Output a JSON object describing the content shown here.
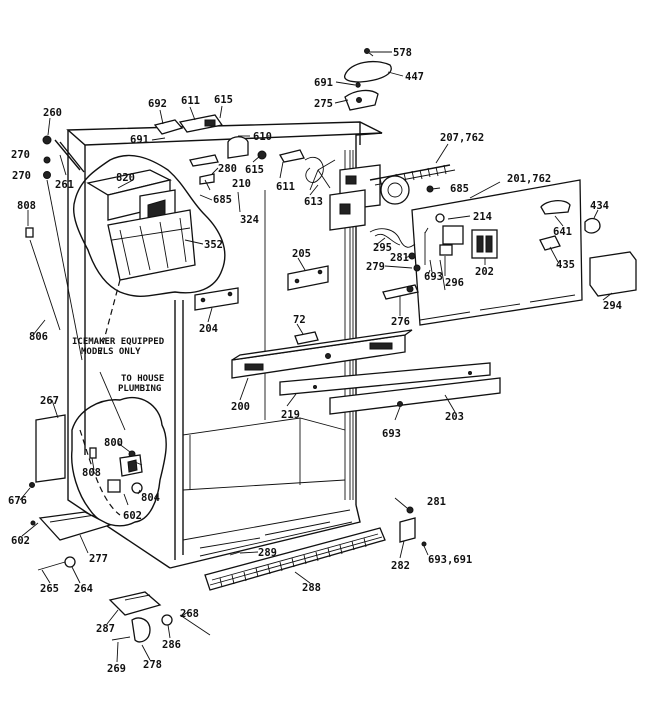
{
  "callouts": [
    "578",
    "447",
    "691",
    "275",
    "692",
    "611",
    "615",
    "691",
    "610",
    "207,762",
    "260",
    "270",
    "270",
    "261",
    "820",
    "280",
    "615",
    "210",
    "611",
    "613",
    "685",
    "685",
    "201,762",
    "808",
    "324",
    "352",
    "214",
    "434",
    "641",
    "295",
    "205",
    "281",
    "279",
    "693",
    "202",
    "296",
    "435",
    "294",
    "204",
    "276",
    "72",
    "806",
    "icemaker_note",
    "203",
    "200",
    "219",
    "267",
    "to_house_note",
    "800",
    "693",
    "281",
    "808",
    "804",
    "676",
    "602",
    "602",
    "277",
    "289",
    "282",
    "693,691",
    "265",
    "264",
    "288",
    "268",
    "287",
    "286",
    "269",
    "278"
  ],
  "labels": {
    "c578": "578",
    "c447": "447",
    "c691a": "691",
    "c275": "275",
    "c692": "692",
    "c611a": "611",
    "c615a": "615",
    "c691b": "691",
    "c610": "610",
    "c207": "207,762",
    "c260": "260",
    "c270a": "270",
    "c270b": "270",
    "c261": "261",
    "c820": "820",
    "c280": "280",
    "c615b": "615",
    "c210": "210",
    "c611b": "611",
    "c613": "613",
    "c685a": "685",
    "c685b": "685",
    "c201": "201,762",
    "c808a": "808",
    "c324": "324",
    "c352": "352",
    "c214": "214",
    "c434": "434",
    "c641": "641",
    "c295": "295",
    "c205": "205",
    "c281a": "281",
    "c279": "279",
    "c693a": "693",
    "c202": "202",
    "c296": "296",
    "c435": "435",
    "c294": "294",
    "c204": "204",
    "c276": "276",
    "c72": "72",
    "c806": "806",
    "c203": "203",
    "c200": "200",
    "c219": "219",
    "c267": "267",
    "c800": "800",
    "c693b": "693",
    "c281b": "281",
    "c808b": "808",
    "c804": "804",
    "c676": "676",
    "c602a": "602",
    "c602b": "602",
    "c277": "277",
    "c289": "289",
    "c282": "282",
    "c693c": "693,691",
    "c265": "265",
    "c264": "264",
    "c288": "288",
    "c268": "268",
    "c287": "287",
    "c286": "286",
    "c269": "269",
    "c278": "278"
  },
  "notes": {
    "icemaker_line1": "ICEMAKER EQUIPPED",
    "icemaker_line2": "MODELS ONLY",
    "plumbing_line1": "TO HOUSE",
    "plumbing_line2": "PLUMBING"
  }
}
